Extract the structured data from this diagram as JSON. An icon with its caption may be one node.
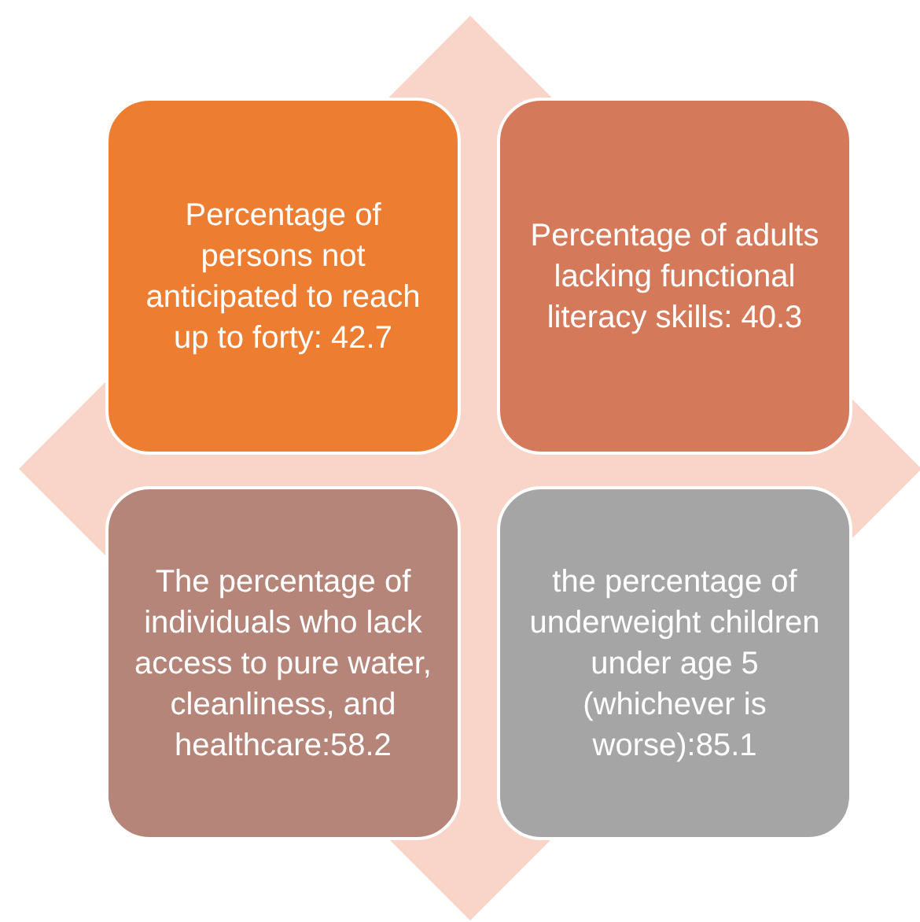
{
  "diagram": {
    "nodes": [
      {
        "text": [
          "Percentage of persons not anticipated to reach up to forty: 42.7"
        ]
      },
      {
        "text": [
          "Percentage of adults lacking functional literacy skills: 40.3"
        ]
      },
      {
        "text": [
          "The percentage of individuals who lack access to pure water, cleanliness, and healthcare:58.2"
        ]
      },
      {
        "text": [
          "the percentage of underweight children under age 5 (whichever is worse):85.1"
        ]
      }
    ]
  }
}
